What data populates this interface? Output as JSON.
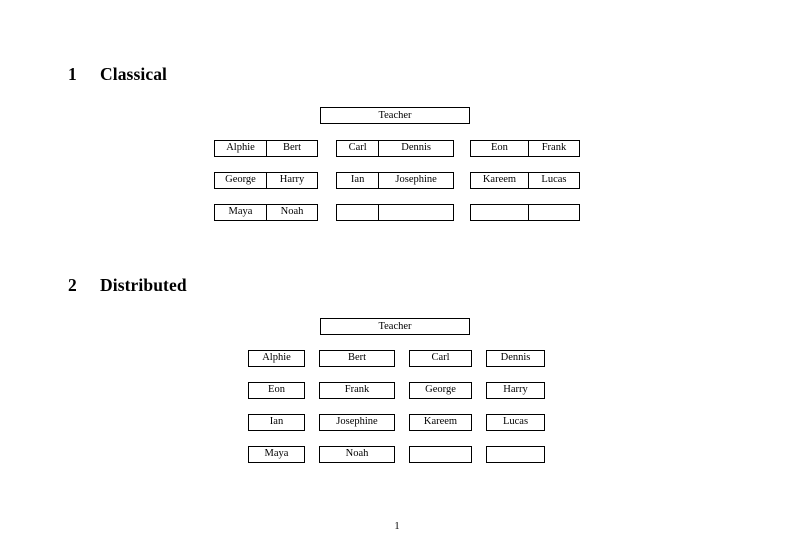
{
  "document": {
    "page_number": "1"
  },
  "sections": [
    {
      "number": "1",
      "title": "Classical",
      "root": {
        "label": "Teacher"
      },
      "layout": "three-groups-of-two-columns",
      "groups": [
        {
          "rows": [
            {
              "cells": [
                "Alphie",
                "Bert"
              ]
            },
            {
              "cells": [
                "George",
                "Harry"
              ]
            },
            {
              "cells": [
                "Maya",
                "Noah"
              ]
            }
          ]
        },
        {
          "rows": [
            {
              "cells": [
                "Carl",
                "Dennis"
              ]
            },
            {
              "cells": [
                "Ian",
                "Josephine"
              ]
            },
            {
              "cells": [
                "",
                ""
              ]
            }
          ]
        },
        {
          "rows": [
            {
              "cells": [
                "Eon",
                "Frank"
              ]
            },
            {
              "cells": [
                "Kareem",
                "Lucas"
              ]
            },
            {
              "cells": [
                "",
                ""
              ]
            }
          ]
        }
      ]
    },
    {
      "number": "2",
      "title": "Distributed",
      "root": {
        "label": "Teacher"
      },
      "layout": "four-independent-columns",
      "rows": [
        {
          "cells": [
            "Alphie",
            "Bert",
            "Carl",
            "Dennis"
          ]
        },
        {
          "cells": [
            "Eon",
            "Frank",
            "George",
            "Harry"
          ]
        },
        {
          "cells": [
            "Ian",
            "Josephine",
            "Kareem",
            "Lucas"
          ]
        },
        {
          "cells": [
            "Maya",
            "Noah",
            "",
            ""
          ]
        }
      ]
    }
  ]
}
